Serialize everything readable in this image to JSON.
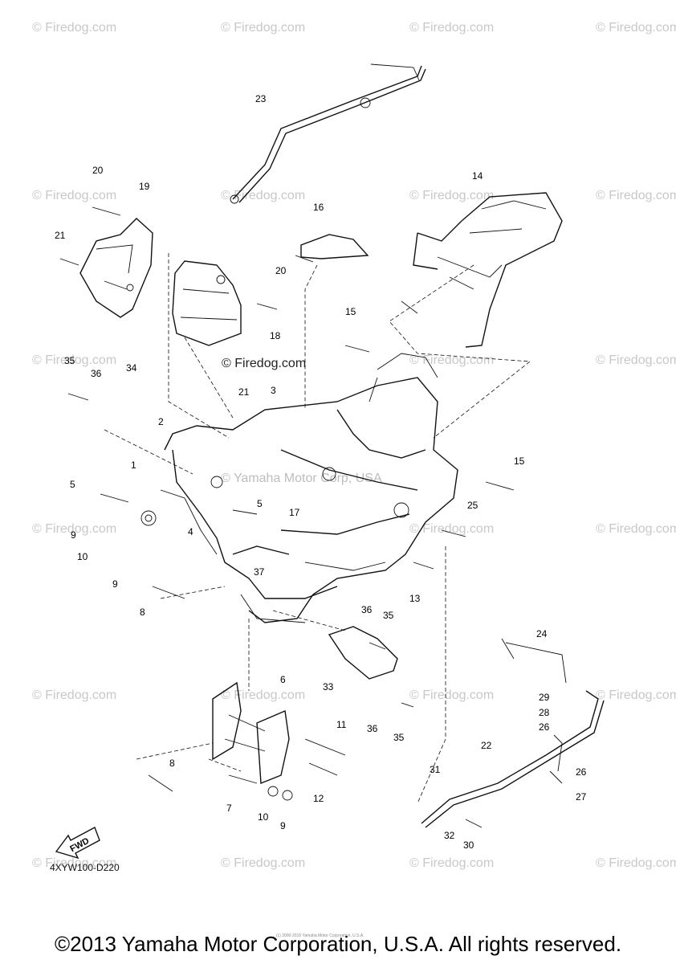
{
  "watermarks": {
    "firedog": "© Firedog.com",
    "center": "© Firedog.com",
    "yamaha": "© Yamaha Motor Corp, USA"
  },
  "diagram_code": "4XYW100-D220",
  "fwd_label": "FWD",
  "tiny_note": "(c) 2000-2015 Yamaha Motor Corporation, U.S.A.",
  "copyright": "©2013 Yamaha Motor Corporation, U.S.A. All rights reserved.",
  "callouts": [
    "23",
    "14",
    "16",
    "20",
    "19",
    "21",
    "20",
    "18",
    "15",
    "21",
    "3",
    "35",
    "36",
    "34",
    "2",
    "1",
    "15",
    "5",
    "5",
    "17",
    "25",
    "9",
    "10",
    "4",
    "9",
    "37",
    "13",
    "8",
    "36",
    "35",
    "24",
    "33",
    "6",
    "29",
    "28",
    "26",
    "36",
    "35",
    "11",
    "22",
    "8",
    "31",
    "26",
    "27",
    "7",
    "12",
    "10",
    "9",
    "32",
    "30"
  ]
}
